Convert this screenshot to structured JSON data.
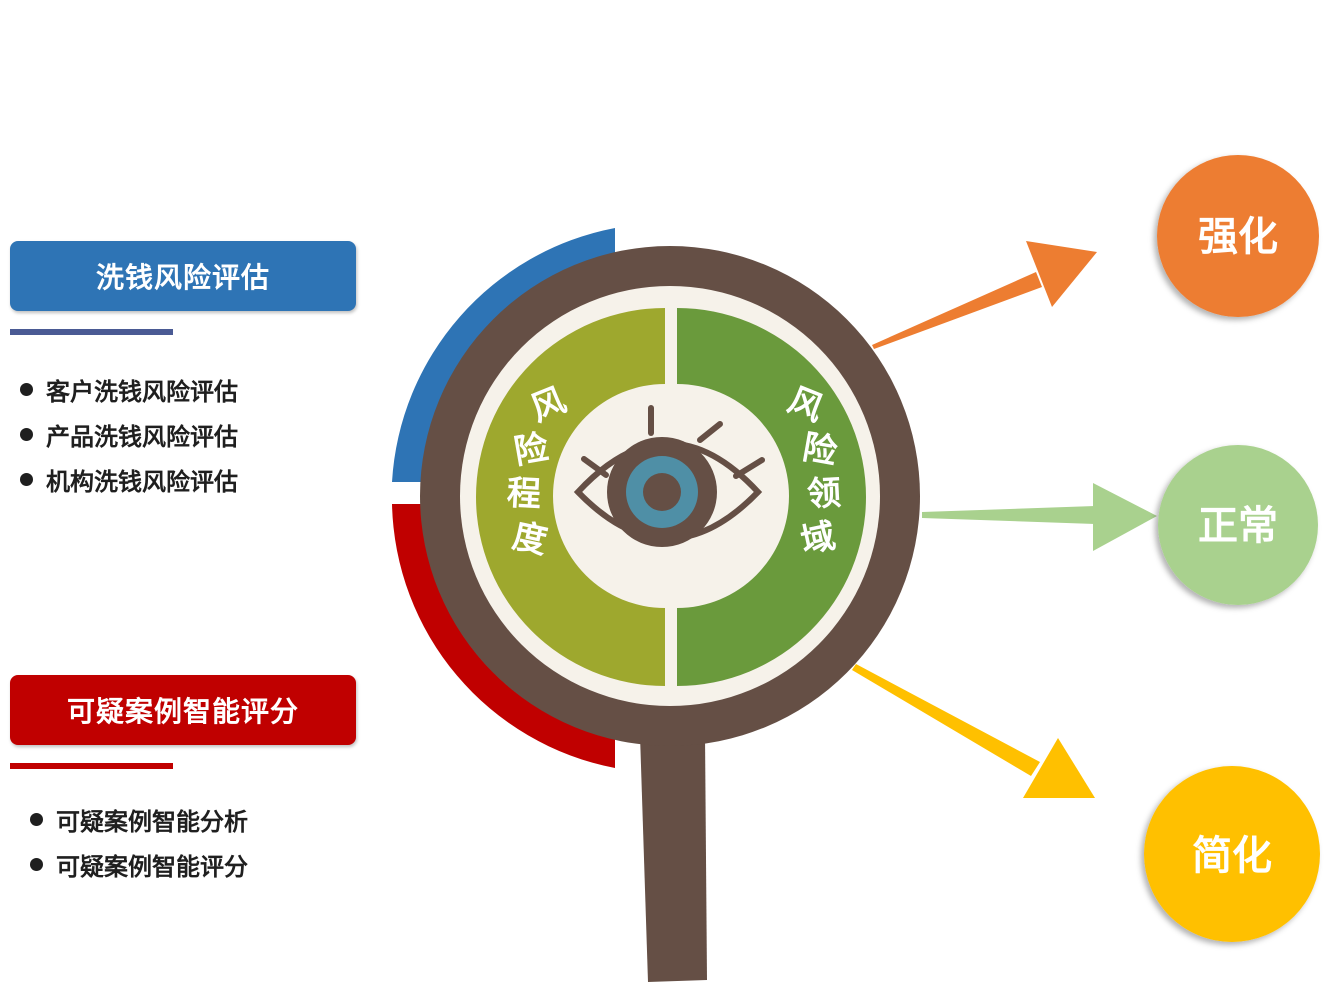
{
  "left_panels": [
    {
      "title": "洗钱风险评估",
      "color": "#2e74b5",
      "items": [
        "客户洗钱风险评估",
        "产品洗钱风险评估",
        "机构洗钱风险评估"
      ]
    },
    {
      "title": "可疑案例智能评分",
      "color": "#c00000",
      "items": [
        "可疑案例智能分析",
        "可疑案例智能评分"
      ]
    }
  ],
  "magnifier": {
    "left_label": "风险程度",
    "right_label": "风险领域",
    "frame_color": "#654f45",
    "left_color": "#9ea82e",
    "right_color": "#6a9a3c",
    "icon": "eye-icon"
  },
  "outcomes": [
    {
      "label": "强化",
      "color": "#ed7d31"
    },
    {
      "label": "正常",
      "color": "#a9d18e"
    },
    {
      "label": "简化",
      "color": "#ffc000"
    }
  ]
}
